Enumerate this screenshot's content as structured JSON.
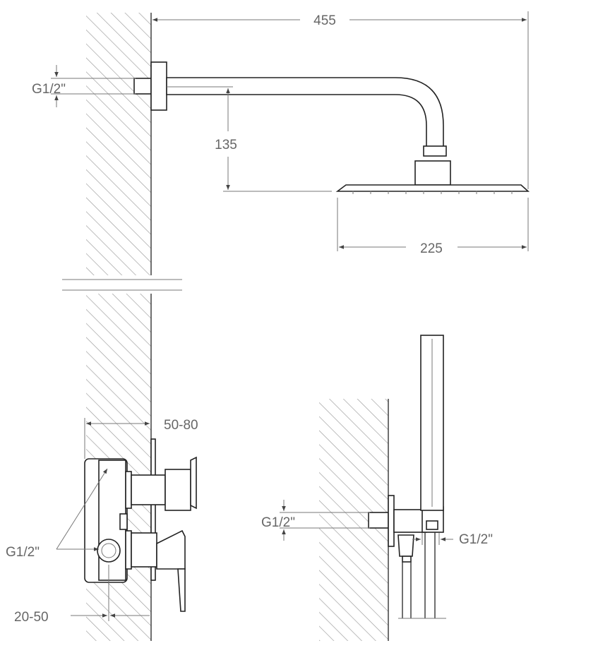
{
  "dimensions": {
    "arm_length": "455",
    "arm_drop": "135",
    "head_width": "225",
    "arm_thread": "G1/2\"",
    "valve_depth": "50-80",
    "valve_inlets": "G1/2\"",
    "valve_offset": "20-50",
    "handshower_wall_thread": "G1/2\"",
    "handshower_outlet_thread": "G1/2\""
  },
  "colors": {
    "line": "#333333",
    "dimension_text": "#666666",
    "hatch": "#999999",
    "background": "#ffffff"
  }
}
